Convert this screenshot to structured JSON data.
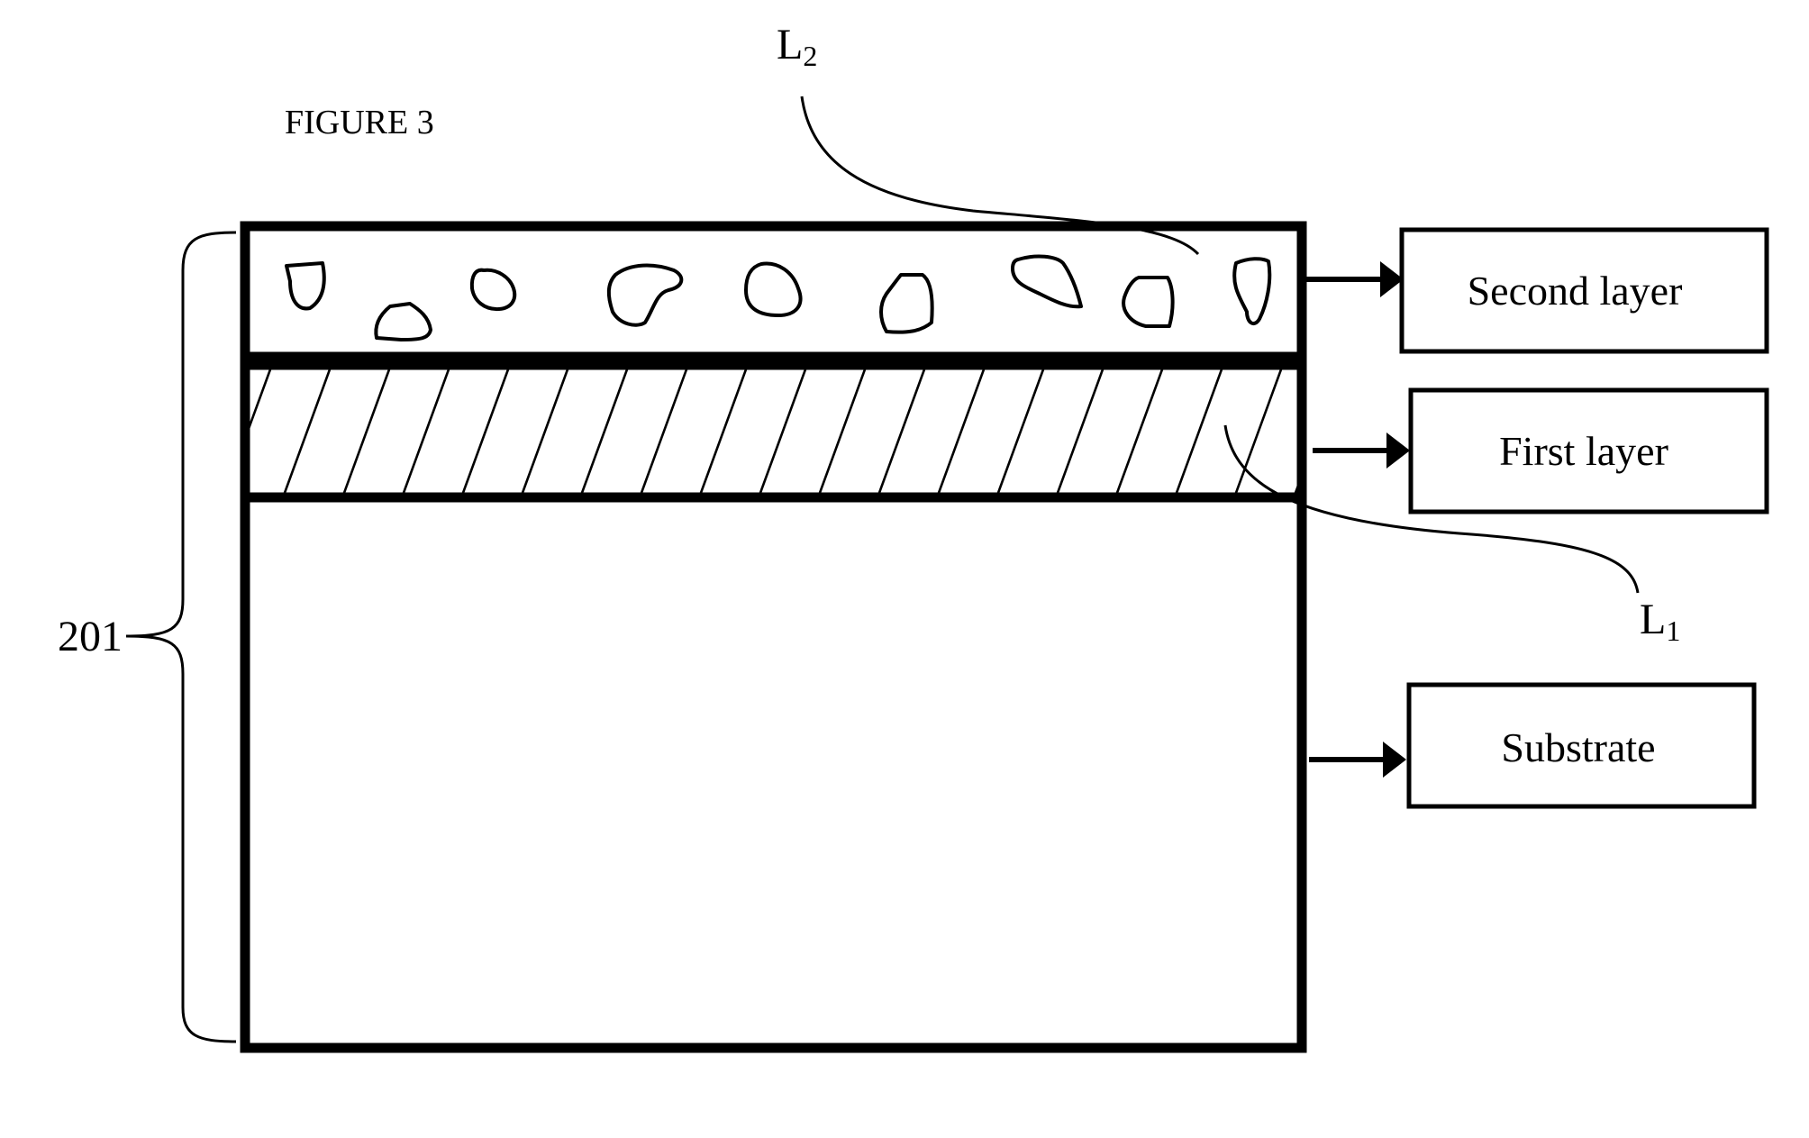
{
  "figure_title": "FIGURE 3",
  "reference_numeral": "201",
  "leader_labels": {
    "L2": {
      "letter": "L",
      "subscript": "2"
    },
    "L1": {
      "letter": "L",
      "subscript": "1"
    }
  },
  "layers": [
    {
      "id": "second_layer",
      "label": "Second layer",
      "fill": "particles"
    },
    {
      "id": "first_layer",
      "label": "First layer",
      "fill": "diagonal-hatch"
    },
    {
      "id": "substrate",
      "label": "Substrate",
      "fill": "blank"
    }
  ],
  "colors": {
    "stroke": "#000000",
    "background": "#ffffff"
  }
}
